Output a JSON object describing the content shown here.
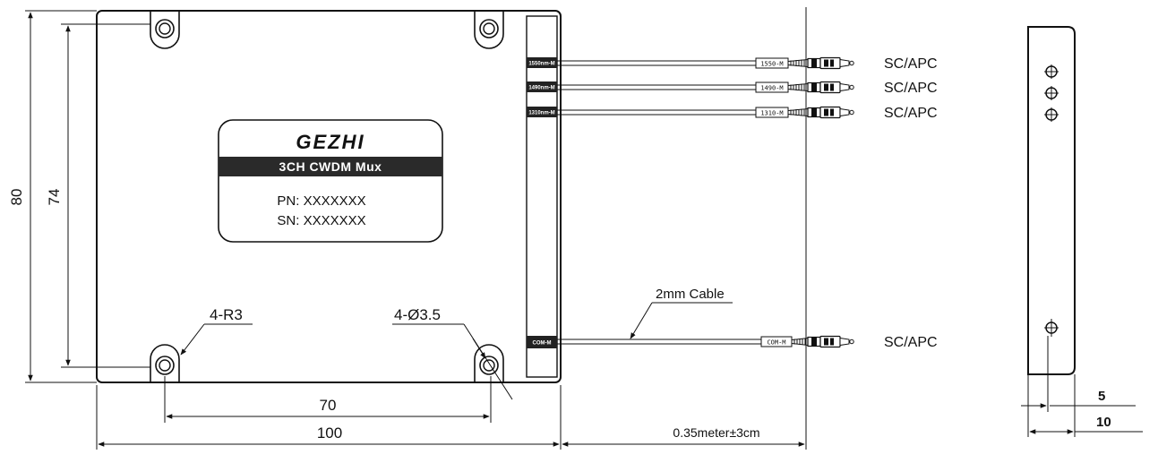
{
  "label_plate": {
    "brand": "GEZHI",
    "product": "3CH CWDM Mux",
    "pn": "PN: XXXXXXX",
    "sn": "SN: XXXXXXX"
  },
  "ports": [
    {
      "side_label": "1550nm-M",
      "tag": "1550-M",
      "connector": "SC/APC"
    },
    {
      "side_label": "1490nm-M",
      "tag": "1490-M",
      "connector": "SC/APC"
    },
    {
      "side_label": "1310nm-M",
      "tag": "1310-M",
      "connector": "SC/APC"
    },
    {
      "side_label": "COM-M",
      "tag": "COM-M",
      "connector": "SC/APC"
    }
  ],
  "dimensions": {
    "height_outer": "80",
    "height_holes": "74",
    "width_holes": "70",
    "width_outer": "100",
    "corner_radius": "4-R3",
    "hole_diameter": "4-Ø3.5",
    "cable": "2mm Cable",
    "cable_length": "0.35meter±3cm",
    "side_thickness_holes": "5",
    "side_thickness": "10"
  }
}
